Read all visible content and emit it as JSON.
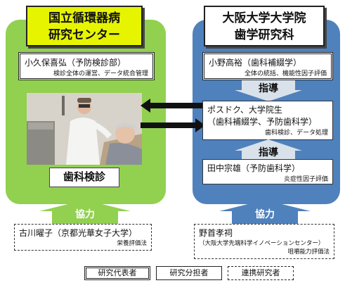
{
  "left_institution": {
    "title_line1": "国立循環器病",
    "title_line2": "研究センター",
    "lead": {
      "name": "小久保喜弘（予防検診部）",
      "role": "検診全体の運営、データ統合管理"
    },
    "photo_caption": "歯科検診",
    "cooperation_label": "協力",
    "collaborator": {
      "name": "古川曜子（京都光華女子大学）",
      "role": "栄養評価法"
    }
  },
  "right_institution": {
    "title_line1": "大阪大学大学院",
    "title_line2": "歯学研究科",
    "lead": {
      "name": "小野高裕（歯科補綴学）",
      "role": "全体の統括、機能性因子評価"
    },
    "guidance_label_1": "指導",
    "postdoc": {
      "line1": "ポスドク、大学院生",
      "line2": "（歯科補綴学、予防歯科学）",
      "role": "歯科検診、データ処理"
    },
    "guidance_label_2": "指導",
    "member": {
      "name": "田中宗雄（予防歯科学）",
      "role": "炎症性因子評価"
    },
    "cooperation_label": "協力",
    "collaborator": {
      "name": "野首孝祠",
      "affiliation": "（大阪大学先端科学イノベーションセンター）",
      "role": "咀嚼能力評価法"
    }
  },
  "legend": {
    "representative": "研究代表者",
    "co_investigator": "研究分担者",
    "collaborating": "連携研究者"
  },
  "colors": {
    "left_panel": "#92d050",
    "right_panel": "#4f81bd",
    "left_header": "#e6f400",
    "arrow_dark": "#111111",
    "arrow_light": "#d9e1ea"
  }
}
